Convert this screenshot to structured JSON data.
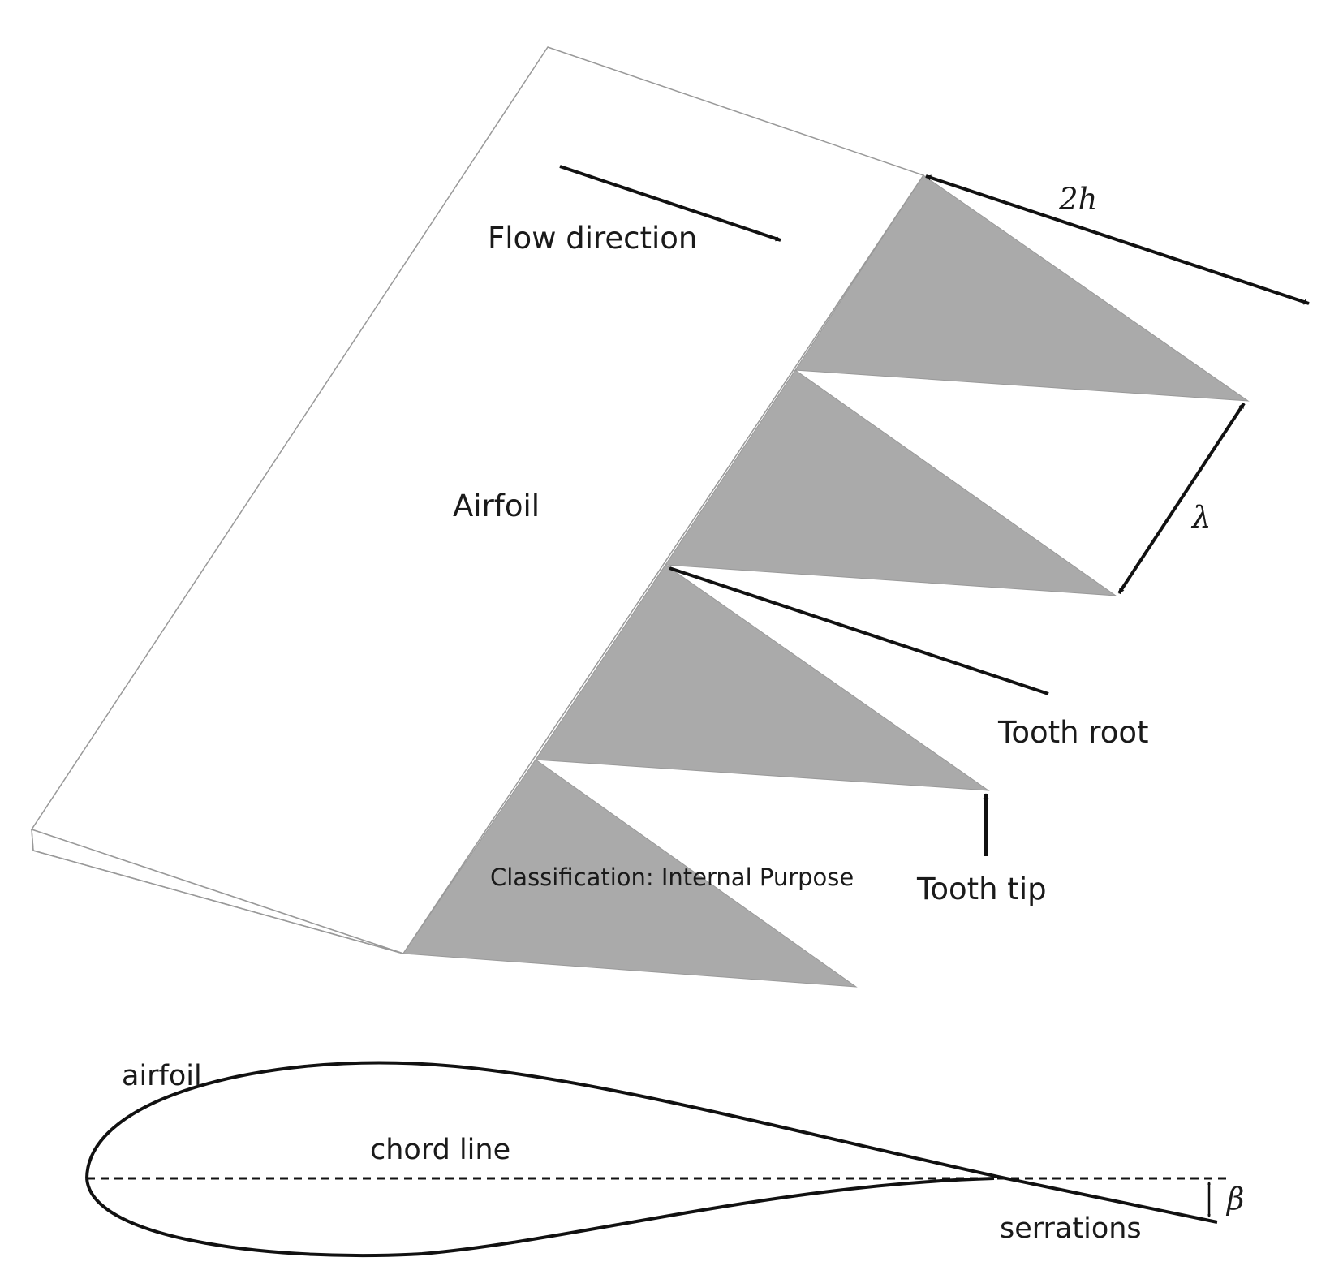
{
  "labels": {
    "flow_direction": "Flow direction",
    "airfoil_top": "Airfoil",
    "tooth_root": "Tooth root",
    "tooth_tip": "Tooth tip",
    "classification": "Classification: Internal Purpose",
    "airfoil_section": "airfoil",
    "chord_line": "chord line",
    "serrations": "serrations"
  },
  "symbols": {
    "amplitude": "2h",
    "wavelength": "λ",
    "flap_angle": "β"
  },
  "colors": {
    "serration_fill": "#aaaaaa",
    "plate_edge": "#999999",
    "line": "#111111"
  }
}
